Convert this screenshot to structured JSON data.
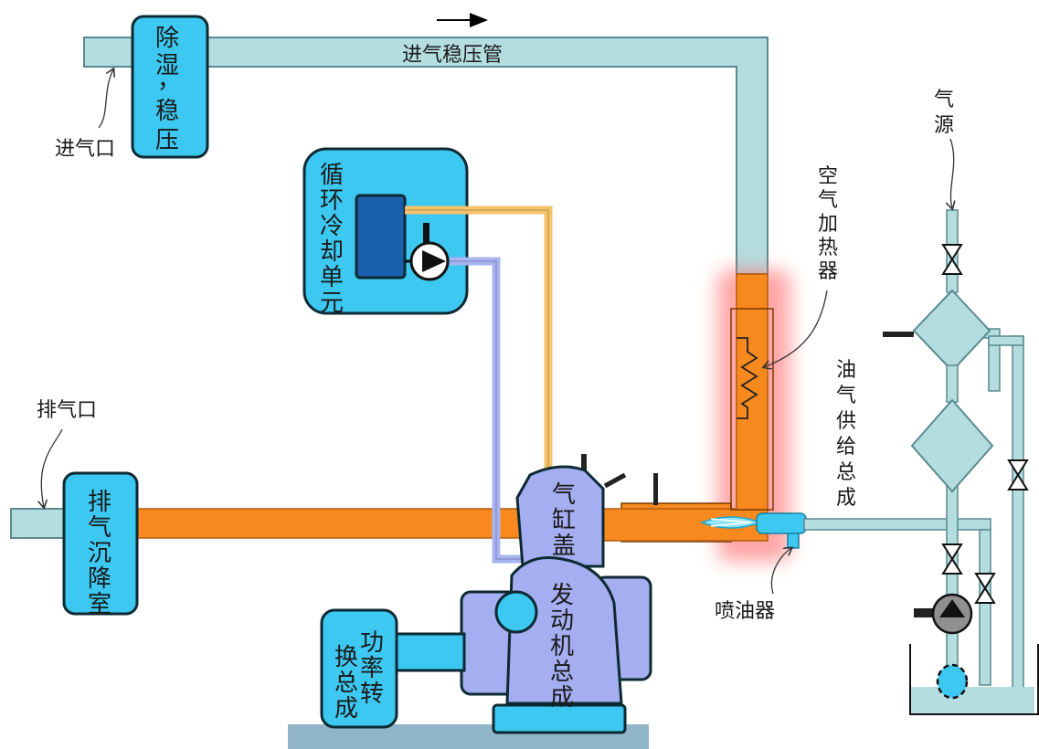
{
  "labels": {
    "intake_port": "进气口",
    "dehumid_line1": "除",
    "dehumid_line2": "湿",
    "dehumid_comma": "，",
    "dehumid_line3": "稳",
    "dehumid_line4": "压",
    "intake_pipe": "进气稳压管",
    "cooling_unit": [
      "循",
      "环",
      "冷",
      "却",
      "单",
      "元"
    ],
    "air_heater": [
      "空",
      "气",
      "加",
      "热",
      "器"
    ],
    "gas_source": [
      "气",
      "源"
    ],
    "oil_gas_supply": [
      "油",
      "气",
      "供",
      "给",
      "总",
      "成"
    ],
    "exhaust_port": "排气口",
    "settling_chamber": [
      "排",
      "气",
      "沉",
      "降",
      "室"
    ],
    "cylinder_head": [
      "气",
      "缸",
      "盖"
    ],
    "engine_assembly": [
      "发",
      "动",
      "机",
      "总",
      "成"
    ],
    "power_conv_col1": [
      "功",
      "率",
      "转"
    ],
    "power_conv_col2": [
      "换",
      "总",
      "成"
    ],
    "injector": "喷油器"
  },
  "colors": {
    "pipe_light": "#b4dde0",
    "pipe_border": "#5a8a8f",
    "component_blue": "#3cc8f0",
    "engine_lavender": "#a4aef0",
    "exhaust_orange": "#f7891e",
    "coolant_yellow": "#f5c46a",
    "coolant_blue": "#a8b4f0",
    "heater_glow": "#ff6b6b",
    "dark_blue": "#1a5fae",
    "base_gray": "#90b4c8"
  },
  "icons": {
    "flow_arrow": "arrow-right-icon",
    "pump": "pump-icon",
    "valve": "valve-icon",
    "heater_coil": "resistor-icon",
    "injector_spray": "spray-icon"
  }
}
